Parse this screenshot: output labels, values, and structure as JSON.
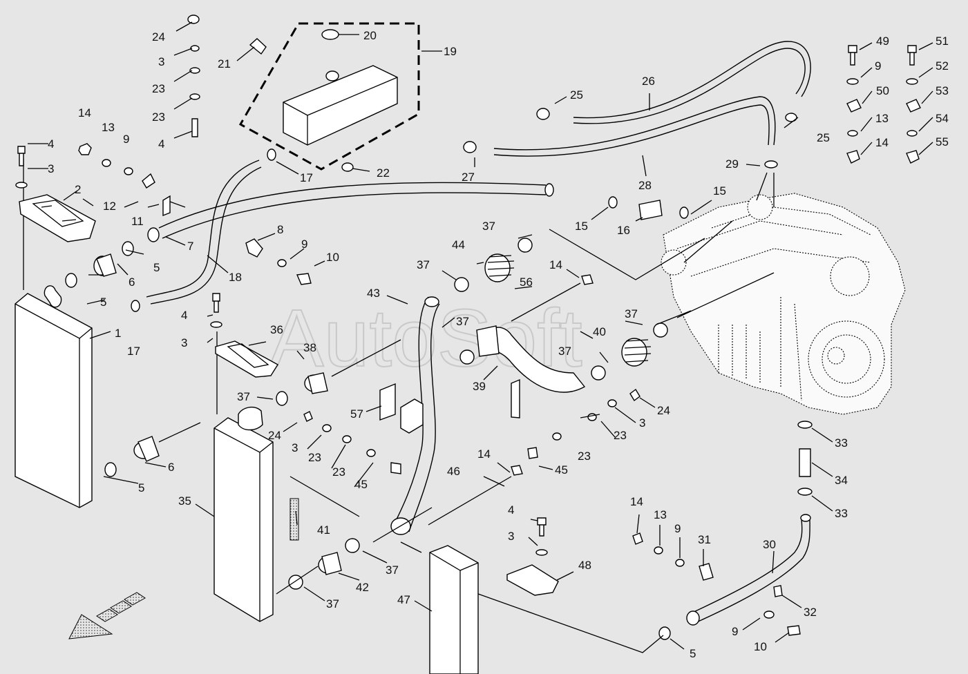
{
  "watermark": "AutoSoft",
  "labels": [
    "1",
    "2",
    "3",
    "4",
    "5",
    "6",
    "7",
    "8",
    "9",
    "10",
    "11",
    "12",
    "13",
    "14",
    "15",
    "16",
    "17",
    "18",
    "19",
    "20",
    "21",
    "22",
    "23",
    "24",
    "25",
    "26",
    "27",
    "28",
    "29",
    "30",
    "31",
    "32",
    "33",
    "34",
    "35",
    "36",
    "37",
    "38",
    "39",
    "40",
    "41",
    "42",
    "43",
    "44",
    "45",
    "46",
    "47",
    "48",
    "49",
    "50",
    "51",
    "52",
    "53",
    "54",
    "55",
    "56",
    "57"
  ]
}
